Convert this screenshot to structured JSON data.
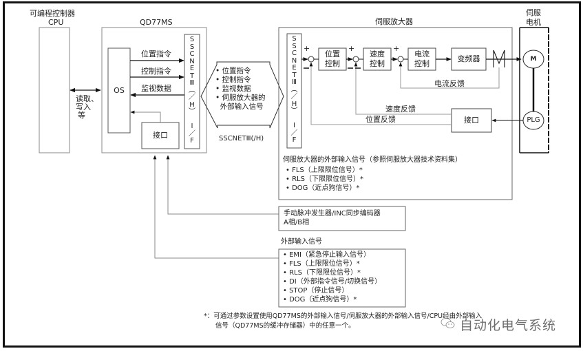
{
  "plc": {
    "title_line1": "可编程控制器",
    "title_line2": "CPU",
    "link_label": [
      "读取、",
      "写入",
      "等"
    ]
  },
  "qd77ms": {
    "title": "QD77MS",
    "os_label": "OS",
    "signals": [
      "位置指令",
      "控制指令",
      "监视数据"
    ],
    "interface_label": "接口",
    "sscnet_column": [
      "S",
      "S",
      "C",
      "N",
      "E",
      "T",
      "Ⅲ",
      "︵",
      "／",
      "H",
      "︶",
      "",
      "I",
      "／",
      "F"
    ]
  },
  "link": {
    "items": [
      "• 位置指令",
      "• 控制指令",
      "• 监视数据",
      "• 伺服放大器的",
      "  外部输入信号"
    ],
    "caption": "SSCNETⅢ(/H)"
  },
  "servo_amp": {
    "title": "伺服放大器",
    "sscnet_column": [
      "S",
      "S",
      "C",
      "N",
      "E",
      "T",
      "Ⅲ",
      "︵",
      "／",
      "H",
      "︶",
      "",
      "I",
      "／",
      "F"
    ],
    "blocks": {
      "position_control": [
        "位置",
        "控制"
      ],
      "speed_control": [
        "速度",
        "控制"
      ],
      "current_control": [
        "电流",
        "控制"
      ],
      "inverter": "变频器",
      "interface": "接口"
    },
    "plus_sign": "+",
    "minus_sign": "−",
    "feedback": {
      "current": "电流反馈",
      "speed": "速度反馈",
      "position": "位置反馈"
    },
    "external_inputs_title": "伺服放大器的外部输入信号（参照伺服放大器技术资料集）",
    "external_inputs": [
      "• FLS（上限限位信号）*",
      "• RLS（下限限位信号）*",
      "• DOG（近点狗信号）*"
    ]
  },
  "motor": {
    "title_line1": "伺服",
    "title_line2": "电机",
    "motor_label": "M",
    "encoder_label": "PLG"
  },
  "manual_pulse": {
    "lines": [
      "手动脉冲发生器/INC同步编码器",
      "A相/B相"
    ]
  },
  "external_input": {
    "title": "外部输入信号",
    "items": [
      "• EMI（紧急停止输入信号）",
      "• FLS（上限限位信号）*",
      "• RLS（下限限位信号）*",
      "• DI（外部指令信号/切换信号）",
      "• STOP（停止信号）",
      "• DOG（近点狗信号）*"
    ]
  },
  "footnote": {
    "line1": "*：可通过参数设置使用QD77MS的外部输入信号/伺服放大器的外部输入信号/CPU经由外部输入",
    "line2": "信号（QD77MS的缓冲存储器）中的任意一个。"
  },
  "watermark": {
    "text": "自动化电气系统",
    "icon": "wechat-icon"
  }
}
